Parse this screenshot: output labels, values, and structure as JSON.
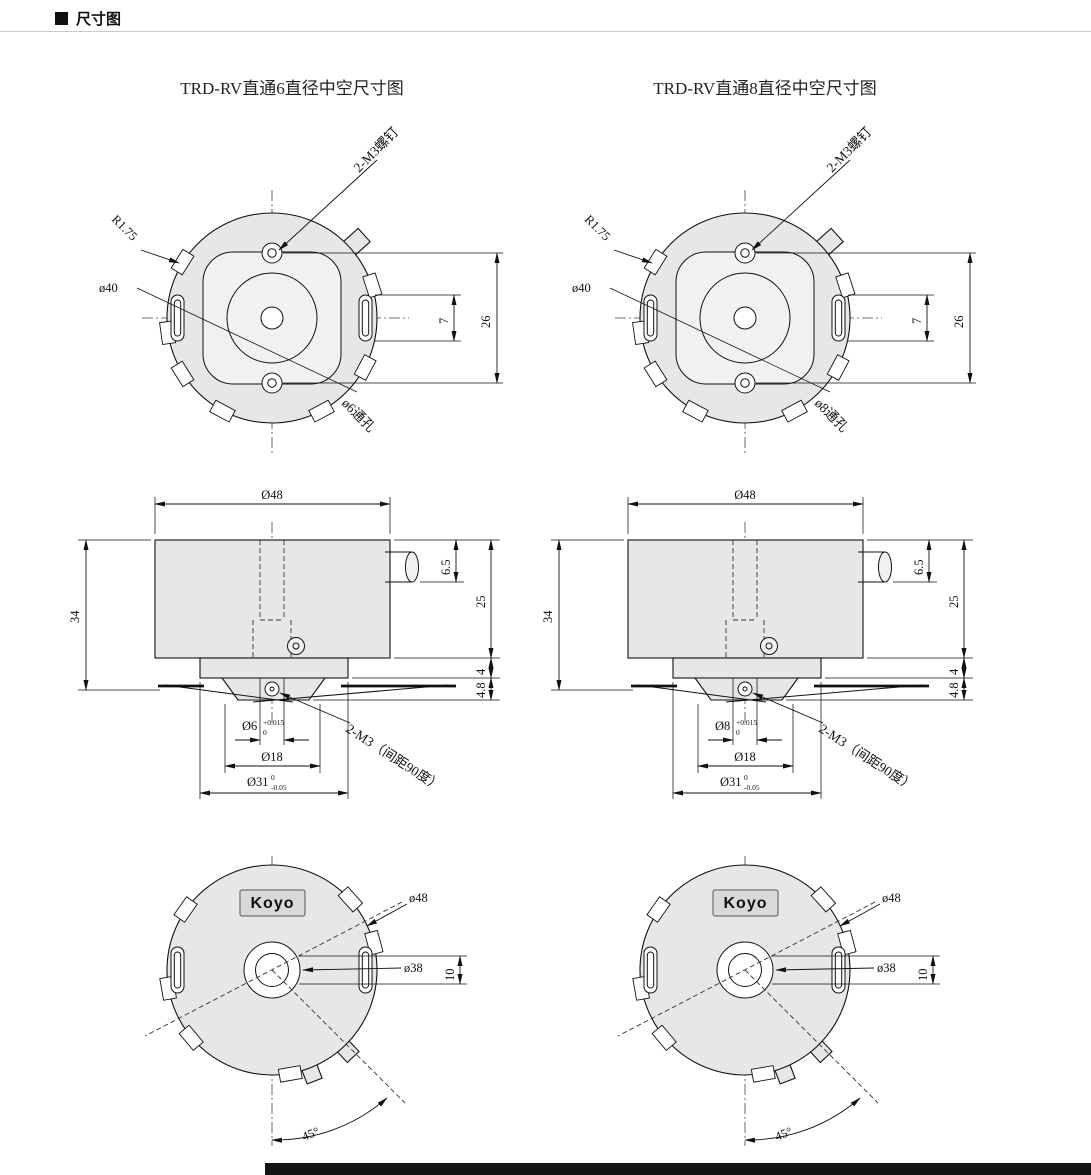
{
  "page": {
    "section_title": "尺寸图"
  },
  "columns": [
    {
      "title": "TRD-RV直通6直径中空尺寸图",
      "top_view": {
        "screw_label": "2-M3螺钉",
        "fillet_label": "R1.75",
        "plate_dia_label": "ø40",
        "hole_label": "ø6通孔",
        "slot_dim": "7",
        "screw_span_dim": "26"
      },
      "side_view": {
        "outer_dia": "Ø48",
        "height": "34",
        "shaft_offset": "6.5",
        "body_height": "25",
        "flange_height": "4",
        "hub_height": "4.8",
        "bore_dia": "Ø6",
        "bore_tol_upper": "+0.015",
        "bore_tol_lower": "0",
        "hub_dia": "Ø18",
        "recess_dia": "Ø31",
        "recess_tol_upper": "0",
        "recess_tol_lower": "-0.05",
        "screw_note": "2-M3（间距90度）"
      },
      "bottom_view": {
        "logo": "Koyo",
        "outer_dia": "ø48",
        "inner_dia": "ø38",
        "width_dim": "10",
        "angle": "45°"
      }
    },
    {
      "title": "TRD-RV直通8直径中空尺寸图",
      "top_view": {
        "screw_label": "2-M3螺钉",
        "fillet_label": "R1.75",
        "plate_dia_label": "ø40",
        "hole_label": "ø8通孔",
        "slot_dim": "7",
        "screw_span_dim": "26"
      },
      "side_view": {
        "outer_dia": "Ø48",
        "height": "34",
        "shaft_offset": "6.5",
        "body_height": "25",
        "flange_height": "4",
        "hub_height": "4.8",
        "bore_dia": "Ø8",
        "bore_tol_upper": "+0.015",
        "bore_tol_lower": "0",
        "hub_dia": "Ø18",
        "recess_dia": "Ø31",
        "recess_tol_upper": "0",
        "recess_tol_lower": "-0.05",
        "screw_note": "2-M3（间距90度）"
      },
      "bottom_view": {
        "logo": "Koyo",
        "outer_dia": "ø48",
        "inner_dia": "ø38",
        "width_dim": "10",
        "angle": "45°"
      }
    }
  ]
}
